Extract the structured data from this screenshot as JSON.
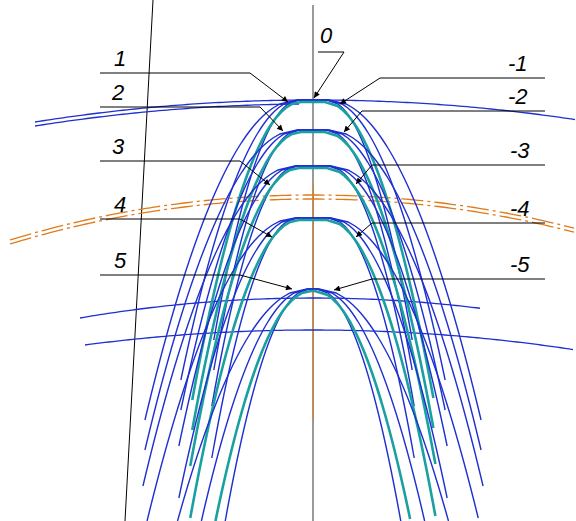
{
  "diagram": {
    "labels": [
      "0",
      "1",
      "-1",
      "2",
      "-2",
      "3",
      "-3",
      "4",
      "-4",
      "5",
      "-5"
    ]
  }
}
